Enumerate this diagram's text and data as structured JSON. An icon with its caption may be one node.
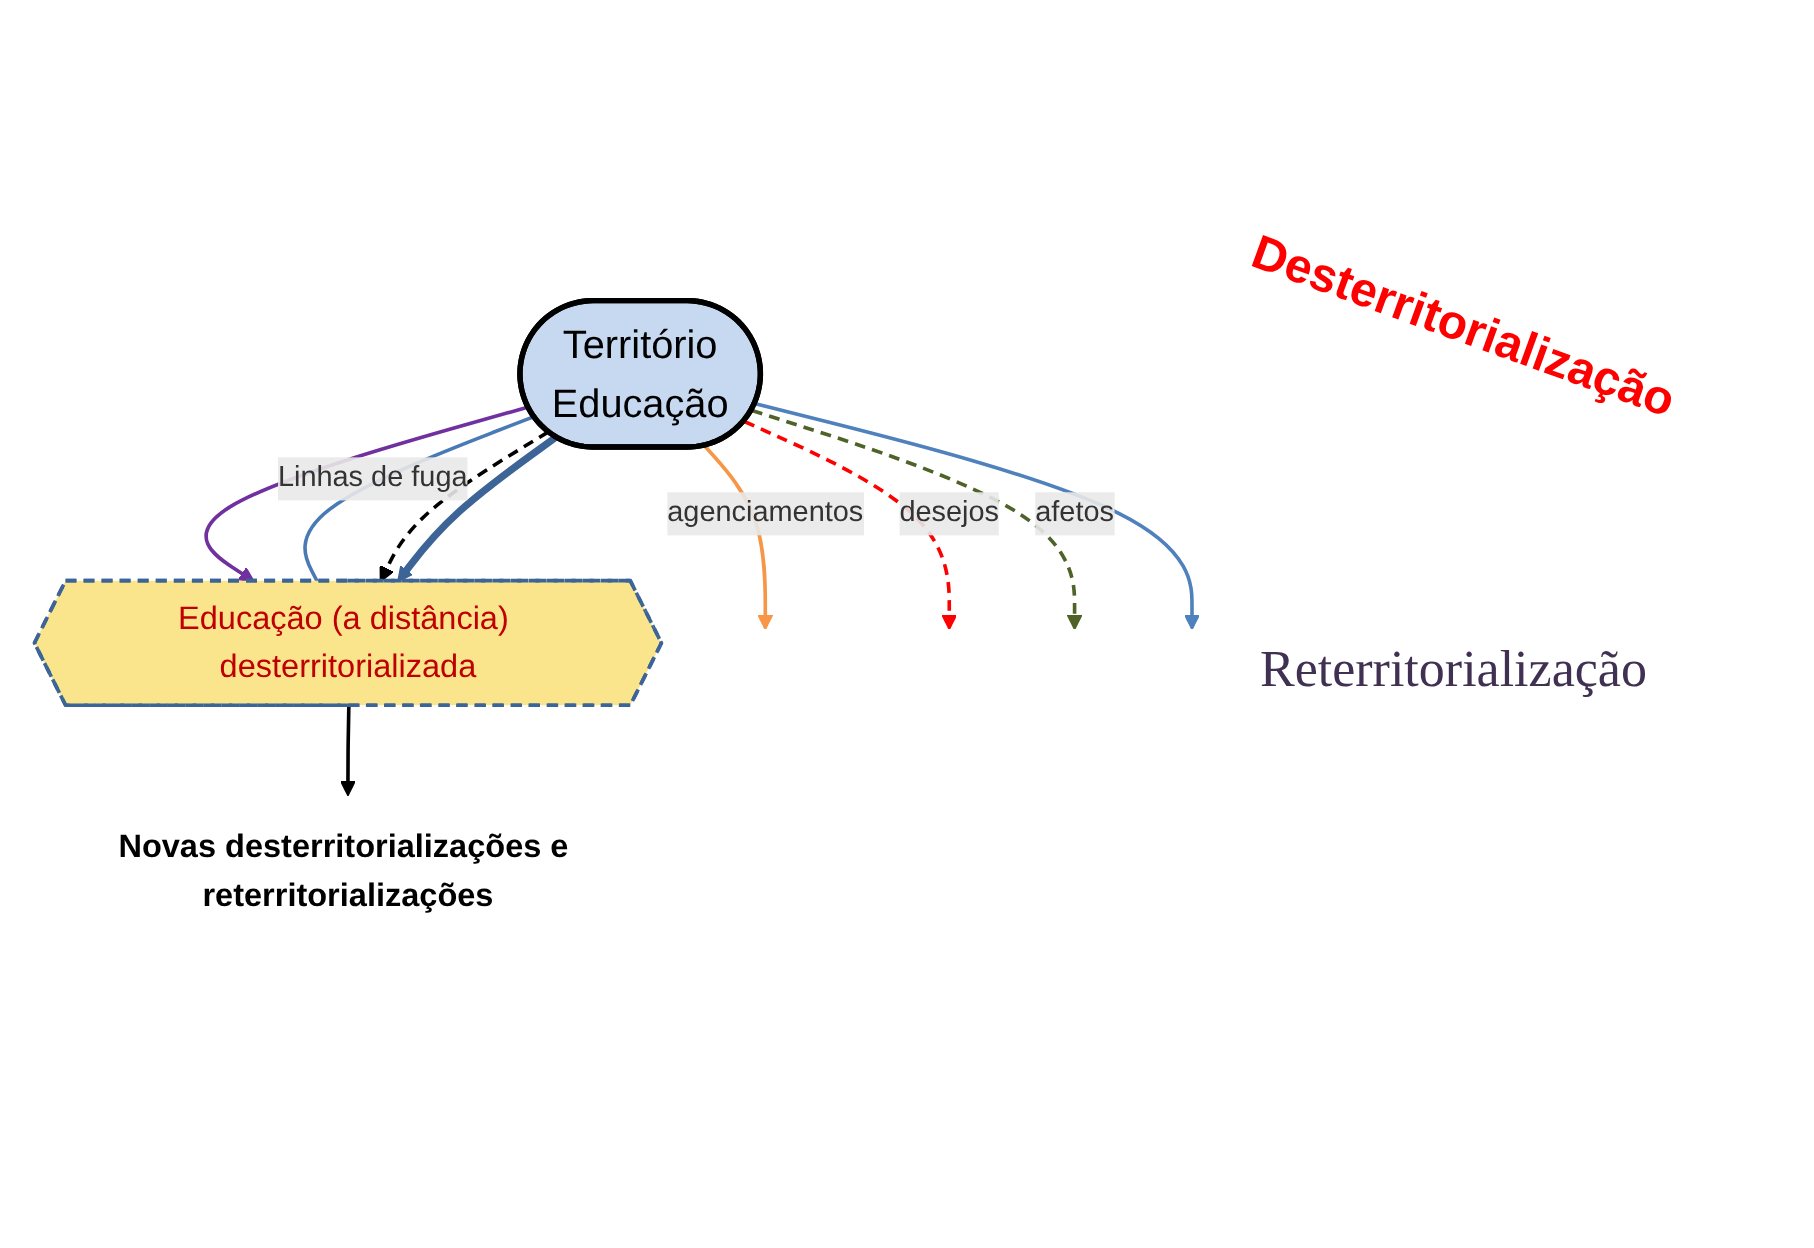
{
  "diagram": {
    "nodes": [
      {
        "text": [
          "Território",
          "Educação"
        ]
      },
      {
        "text": [
          "Educação (a distância) desterritorializada"
        ]
      },
      {
        "text": [
          "Novas desterritorializações e reterritorializações"
        ]
      }
    ],
    "edges": [
      {
        "from": 0,
        "to": null,
        "arrow": "to",
        "label": "agenciamentos",
        "color": "#f79646"
      },
      {
        "from": 0,
        "to": null,
        "arrow": "to",
        "label": "desejos",
        "style": "dashed",
        "color": "#ff0000"
      },
      {
        "from": 0,
        "to": 1,
        "arrow": "to",
        "color": "#7030a0"
      },
      {
        "from": 0,
        "to": 1,
        "arrow": "none",
        "label": "Linhas de fuga",
        "color": "#4a7ab5"
      },
      {
        "from": 0,
        "to": null,
        "arrow": "to",
        "label": "afetos",
        "style": "dashed",
        "color": "#4f6228"
      },
      {
        "from": 0,
        "to": 1,
        "arrow": "to",
        "style": "dashed",
        "color": "#000000"
      },
      {
        "from": 0,
        "to": 1,
        "arrow": "to",
        "style": "thick",
        "color": "#3c6496"
      },
      {
        "from": 0,
        "to": null,
        "arrow": "to",
        "color": "#4f81bd"
      },
      {
        "from": 1,
        "to": 2,
        "arrow": "to",
        "color": "#000000"
      }
    ],
    "labels": [
      "Desterritorialização",
      "Reterritorialização"
    ]
  }
}
